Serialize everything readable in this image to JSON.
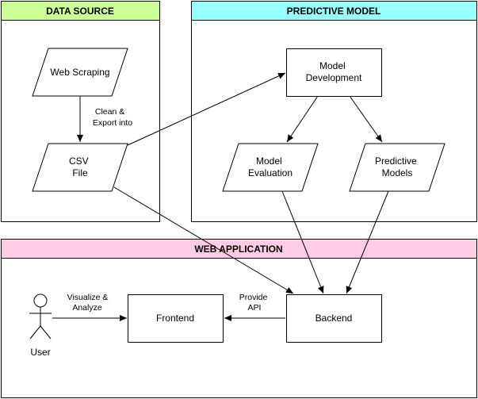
{
  "sections": {
    "data_source": {
      "title": "DATA SOURCE",
      "color": "#CCFF99"
    },
    "predictive_model": {
      "title": "PREDICTIVE MODEL",
      "color": "#99FFFF"
    },
    "web_application": {
      "title": "WEB APPLICATION",
      "color": "#FFCCE6"
    }
  },
  "nodes": {
    "web_scraping": [
      "Web Scraping"
    ],
    "csv_file": [
      "CSV",
      "File"
    ],
    "model_development": [
      "Model",
      "Development"
    ],
    "model_evaluation": [
      "Model",
      "Evaluation"
    ],
    "predictive_models": [
      "Predictive",
      "Models"
    ],
    "frontend": [
      "Frontend"
    ],
    "backend": [
      "Backend"
    ],
    "user": [
      "User"
    ]
  },
  "edge_labels": {
    "clean_export": [
      "Clean &",
      "Export into"
    ],
    "visualize_analyze": [
      "Visualize &",
      "Analyze"
    ],
    "provide_api": [
      "Provide",
      "API"
    ]
  }
}
